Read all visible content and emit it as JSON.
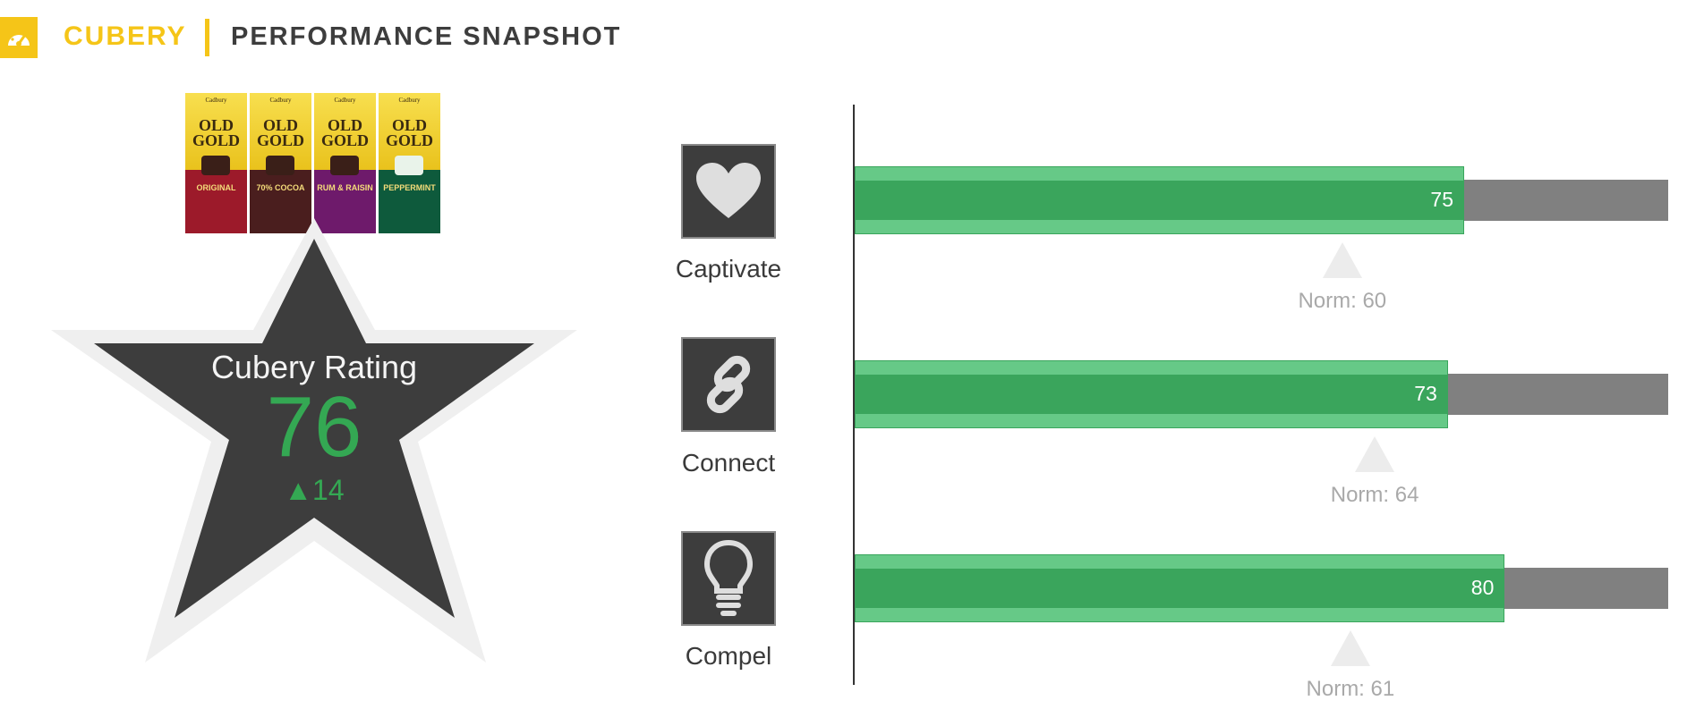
{
  "header": {
    "brand": "CUBERY",
    "title": "PERFORMANCE SNAPSHOT",
    "logo_icon": "speedometer-icon",
    "accent_color": "#f5c518"
  },
  "products": [
    {
      "brand": "Cadbury",
      "name": "OLD GOLD",
      "flavor": "ORIGINAL",
      "color": "#9c1a2a"
    },
    {
      "brand": "Cadbury",
      "name": "OLD GOLD",
      "flavor": "70% COCOA",
      "color": "#4a1e1e"
    },
    {
      "brand": "Cadbury",
      "name": "OLD GOLD",
      "flavor": "RUM & RAISIN",
      "color": "#6e1a6b"
    },
    {
      "brand": "Cadbury",
      "name": "OLD GOLD",
      "flavor": "PEPPERMINT",
      "color": "#0e5a3c"
    }
  ],
  "rating": {
    "label": "Cubery Rating",
    "value": "76",
    "change": "▲14",
    "color": "#34a853"
  },
  "chart_data": {
    "type": "bar",
    "orientation": "horizontal",
    "categories": [
      "Captivate",
      "Connect",
      "Compel"
    ],
    "icons": [
      "heart-icon",
      "link-icon",
      "lightbulb-icon"
    ],
    "values": [
      75,
      73,
      80
    ],
    "norms": [
      60,
      64,
      61
    ],
    "value_labels": [
      "75",
      "73",
      "80"
    ],
    "norm_labels": [
      "Norm: 60",
      "Norm: 64",
      "Norm: 61"
    ],
    "xlim": [
      0,
      100
    ],
    "bar_color": "#3aa55c",
    "track_color": "#808080"
  }
}
